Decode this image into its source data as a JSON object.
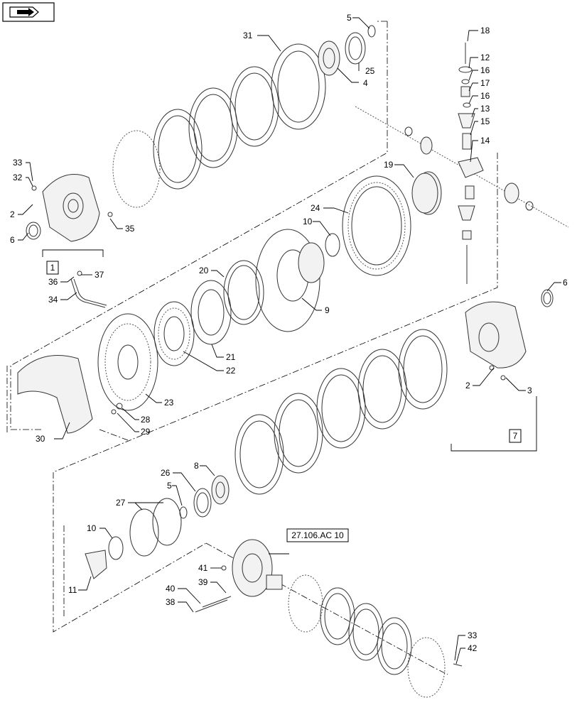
{
  "nav_icon": "forward-arrow-icon",
  "callouts": [
    {
      "id": "c5a",
      "label": "5"
    },
    {
      "id": "c31",
      "label": "31"
    },
    {
      "id": "c25",
      "label": "25"
    },
    {
      "id": "c4",
      "label": "4"
    },
    {
      "id": "c18",
      "label": "18"
    },
    {
      "id": "c12",
      "label": "12"
    },
    {
      "id": "c16a",
      "label": "16"
    },
    {
      "id": "c17",
      "label": "17"
    },
    {
      "id": "c16b",
      "label": "16"
    },
    {
      "id": "c13",
      "label": "13"
    },
    {
      "id": "c15",
      "label": "15"
    },
    {
      "id": "c14",
      "label": "14"
    },
    {
      "id": "c19",
      "label": "19"
    },
    {
      "id": "c33a",
      "label": "33"
    },
    {
      "id": "c32",
      "label": "32"
    },
    {
      "id": "c2a",
      "label": "2"
    },
    {
      "id": "c6a",
      "label": "6"
    },
    {
      "id": "c35",
      "label": "35"
    },
    {
      "id": "c24",
      "label": "24"
    },
    {
      "id": "c10a",
      "label": "10"
    },
    {
      "id": "c36",
      "label": "36"
    },
    {
      "id": "c37",
      "label": "37"
    },
    {
      "id": "c34",
      "label": "34"
    },
    {
      "id": "c20",
      "label": "20"
    },
    {
      "id": "c9",
      "label": "9"
    },
    {
      "id": "c6b",
      "label": "6"
    },
    {
      "id": "c21",
      "label": "21"
    },
    {
      "id": "c22",
      "label": "22"
    },
    {
      "id": "c23",
      "label": "23"
    },
    {
      "id": "c28",
      "label": "28"
    },
    {
      "id": "c29",
      "label": "29"
    },
    {
      "id": "c30",
      "label": "30"
    },
    {
      "id": "c2b",
      "label": "2"
    },
    {
      "id": "c3",
      "label": "3"
    },
    {
      "id": "c26",
      "label": "26"
    },
    {
      "id": "c8",
      "label": "8"
    },
    {
      "id": "c5b",
      "label": "5"
    },
    {
      "id": "c27",
      "label": "27"
    },
    {
      "id": "c10b",
      "label": "10"
    },
    {
      "id": "c11",
      "label": "11"
    },
    {
      "id": "c41",
      "label": "41"
    },
    {
      "id": "c39",
      "label": "39"
    },
    {
      "id": "c40",
      "label": "40"
    },
    {
      "id": "c38",
      "label": "38"
    },
    {
      "id": "c33b",
      "label": "33"
    },
    {
      "id": "c42",
      "label": "42"
    }
  ],
  "boxed_labels": {
    "group1": "1",
    "group7": "7",
    "reference": "27.106.AC 10"
  }
}
